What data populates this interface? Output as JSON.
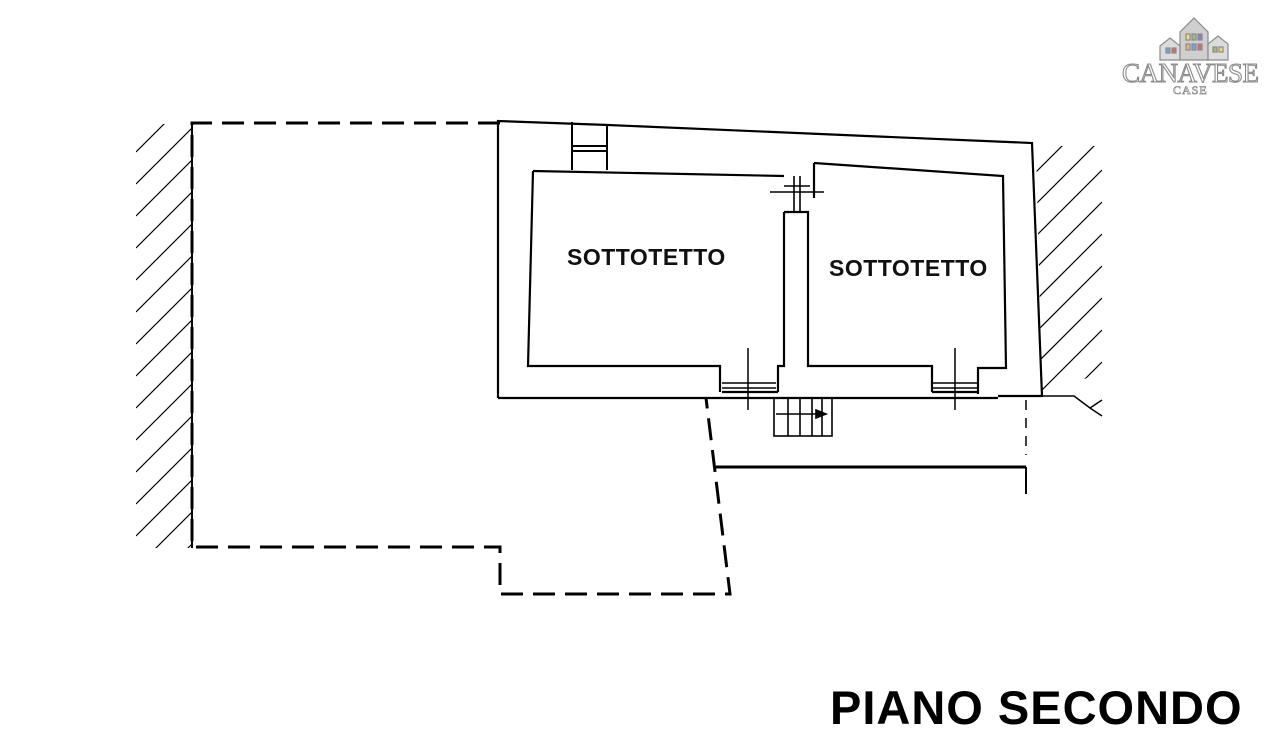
{
  "logo": {
    "word": "CANAVESE",
    "sub": "CASE",
    "colors": {
      "outline": "#8a8a8a",
      "window_palette": [
        "#6fa8dc",
        "#e06666",
        "#93c47d",
        "#ffd966",
        "#8e7cc3",
        "#f6b26b"
      ]
    }
  },
  "rooms": [
    {
      "label": "SOTTOTETTO"
    },
    {
      "label": "SOTTOTETTO"
    }
  ],
  "floor": {
    "title": "PIANO SECONDO"
  },
  "colors": {
    "line": "#000000",
    "wall_fill": "#ffffff"
  }
}
